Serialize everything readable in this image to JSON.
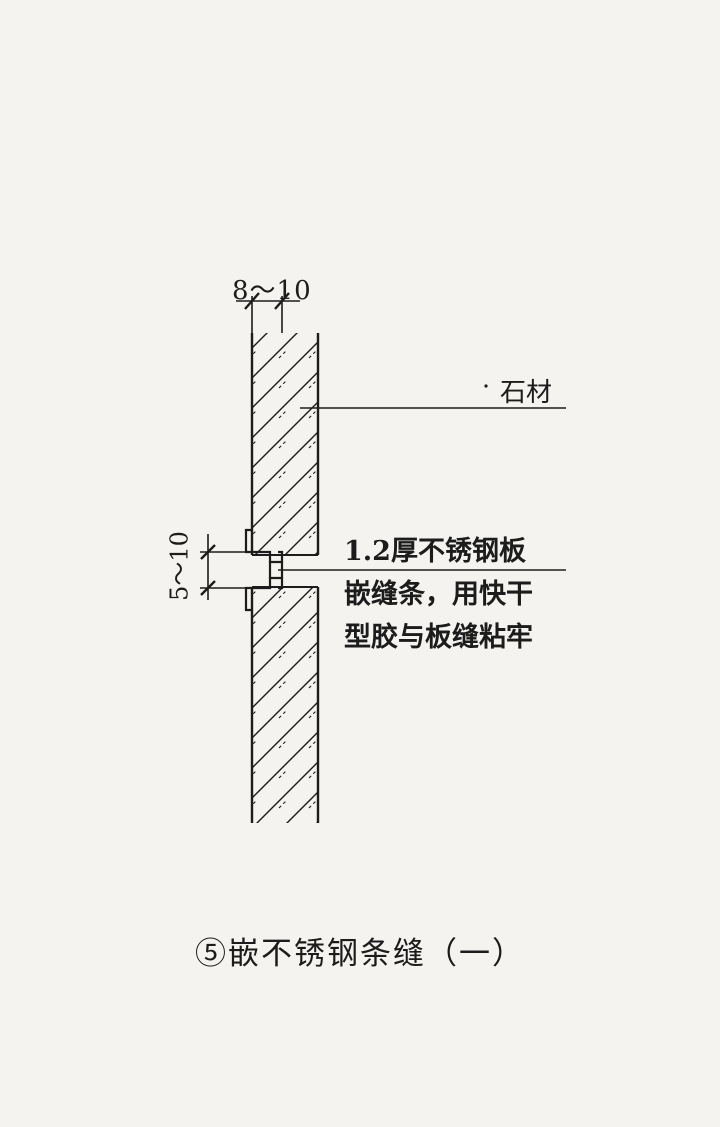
{
  "dimensions": {
    "panel_gap": "8～10",
    "strip_depth": "5～10"
  },
  "labels": {
    "stone": "石材",
    "strip_note": [
      "1.2厚不锈钢板",
      "嵌缝条，用快干",
      "型胶与板缝粘牢"
    ]
  },
  "caption": "⑤嵌不锈钢条缝（一）",
  "colors": {
    "background": "#f4f3ef",
    "ink": "#1c1c1c"
  }
}
